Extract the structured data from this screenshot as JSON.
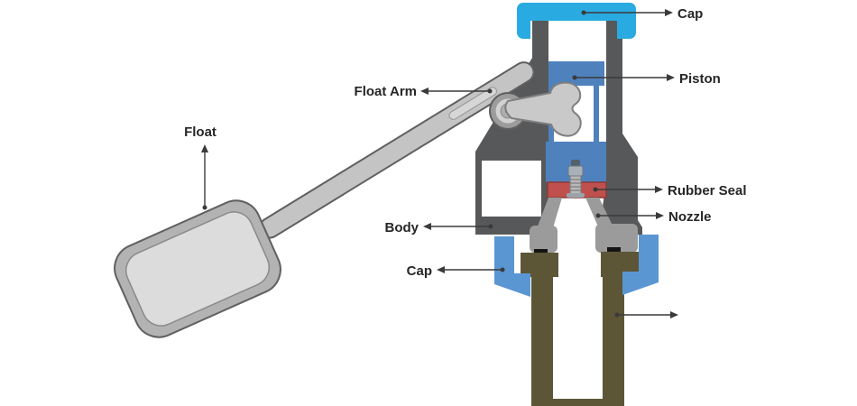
{
  "diagram": {
    "type": "labeled-schematic",
    "subject": "float-valve cross-section",
    "labels": {
      "cap_top": "Cap",
      "piston": "Piston",
      "float_arm": "Float Arm",
      "float": "Float",
      "rubber_seal": "Rubber Seal",
      "nozzle": "Nozzle",
      "body": "Body",
      "cap_bottom": "Cap"
    },
    "unlabeled_arrows": 1
  },
  "colors": {
    "cap_top_cyan": "#29ABE2",
    "piston_blue": "#4F81BD",
    "rubber_seal_red": "#C0504D",
    "body_gray": "#57585A",
    "nozzle_gray": "#9B9B9B",
    "pipe_olive": "#5C5637",
    "cap_bottom_blue": "#5A96D2",
    "float_fill": "#DCDCDC",
    "float_edge": "#B3B3B3",
    "arm_gray": "#C4C4C4",
    "hinge_gray": "#9C9C9C",
    "bone_gray": "#C9C9C9",
    "seal_black": "#141414",
    "window_white": "#FFFFFF",
    "label_text": "#262626",
    "arrow": "#3A3A3A"
  }
}
